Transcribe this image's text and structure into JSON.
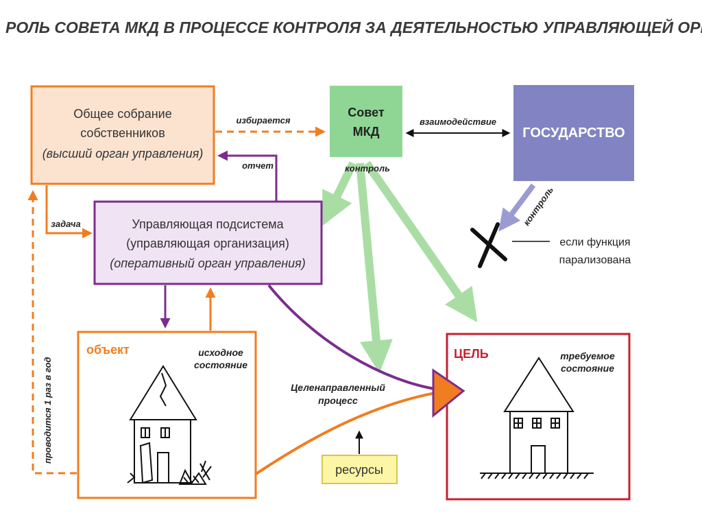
{
  "title": "РОЛЬ СОВЕТА МКД В ПРОЦЕССЕ КОНТРОЛЯ ЗА ДЕЯТЕЛЬНОСТЬЮ УПРАВЛЯЮЩЕЙ ОРГАНИЗАЦИИ",
  "nodes": {
    "assembly": {
      "line1": "Общее собрание",
      "line2": "собственников",
      "line3": "(высший орган управления)"
    },
    "council": {
      "line1": "Совет",
      "line2": "МКД"
    },
    "state": {
      "label": "ГОСУДАРСТВО"
    },
    "subsystem": {
      "line1": "Управляющая подсистема",
      "line2": "(управляющая организация)",
      "line3": "(оперативный орган управления)"
    },
    "object": {
      "label": "объект",
      "state_line1": "исходное",
      "state_line2": "состояние"
    },
    "goal": {
      "label": "ЦЕЛЬ",
      "state_line1": "требуемое",
      "state_line2": "состояние"
    },
    "resources": {
      "label": "ресурсы"
    }
  },
  "edges": {
    "elected": "избирается",
    "interaction": "взаимодействие",
    "report": "отчет",
    "control_council": "контроль",
    "control_state": "контроль",
    "task": "задача",
    "yearly": "проводится 1 раз в год",
    "process_line1": "Целенаправленный",
    "process_line2": "процесс"
  },
  "note": {
    "line1": "если функция",
    "line2": "парализована"
  },
  "colors": {
    "orange": "#f07d20",
    "orange_fill": "#fbe3d0",
    "purple": "#7b2d8e",
    "purple_fill": "#f0e3f3",
    "green_fill": "#8fd694",
    "green_arrow": "#a9dda4",
    "state_fill": "#8183c2",
    "red": "#c5212e",
    "resources_fill": "#fdf6a6",
    "resources_stroke": "#d9c54a"
  }
}
